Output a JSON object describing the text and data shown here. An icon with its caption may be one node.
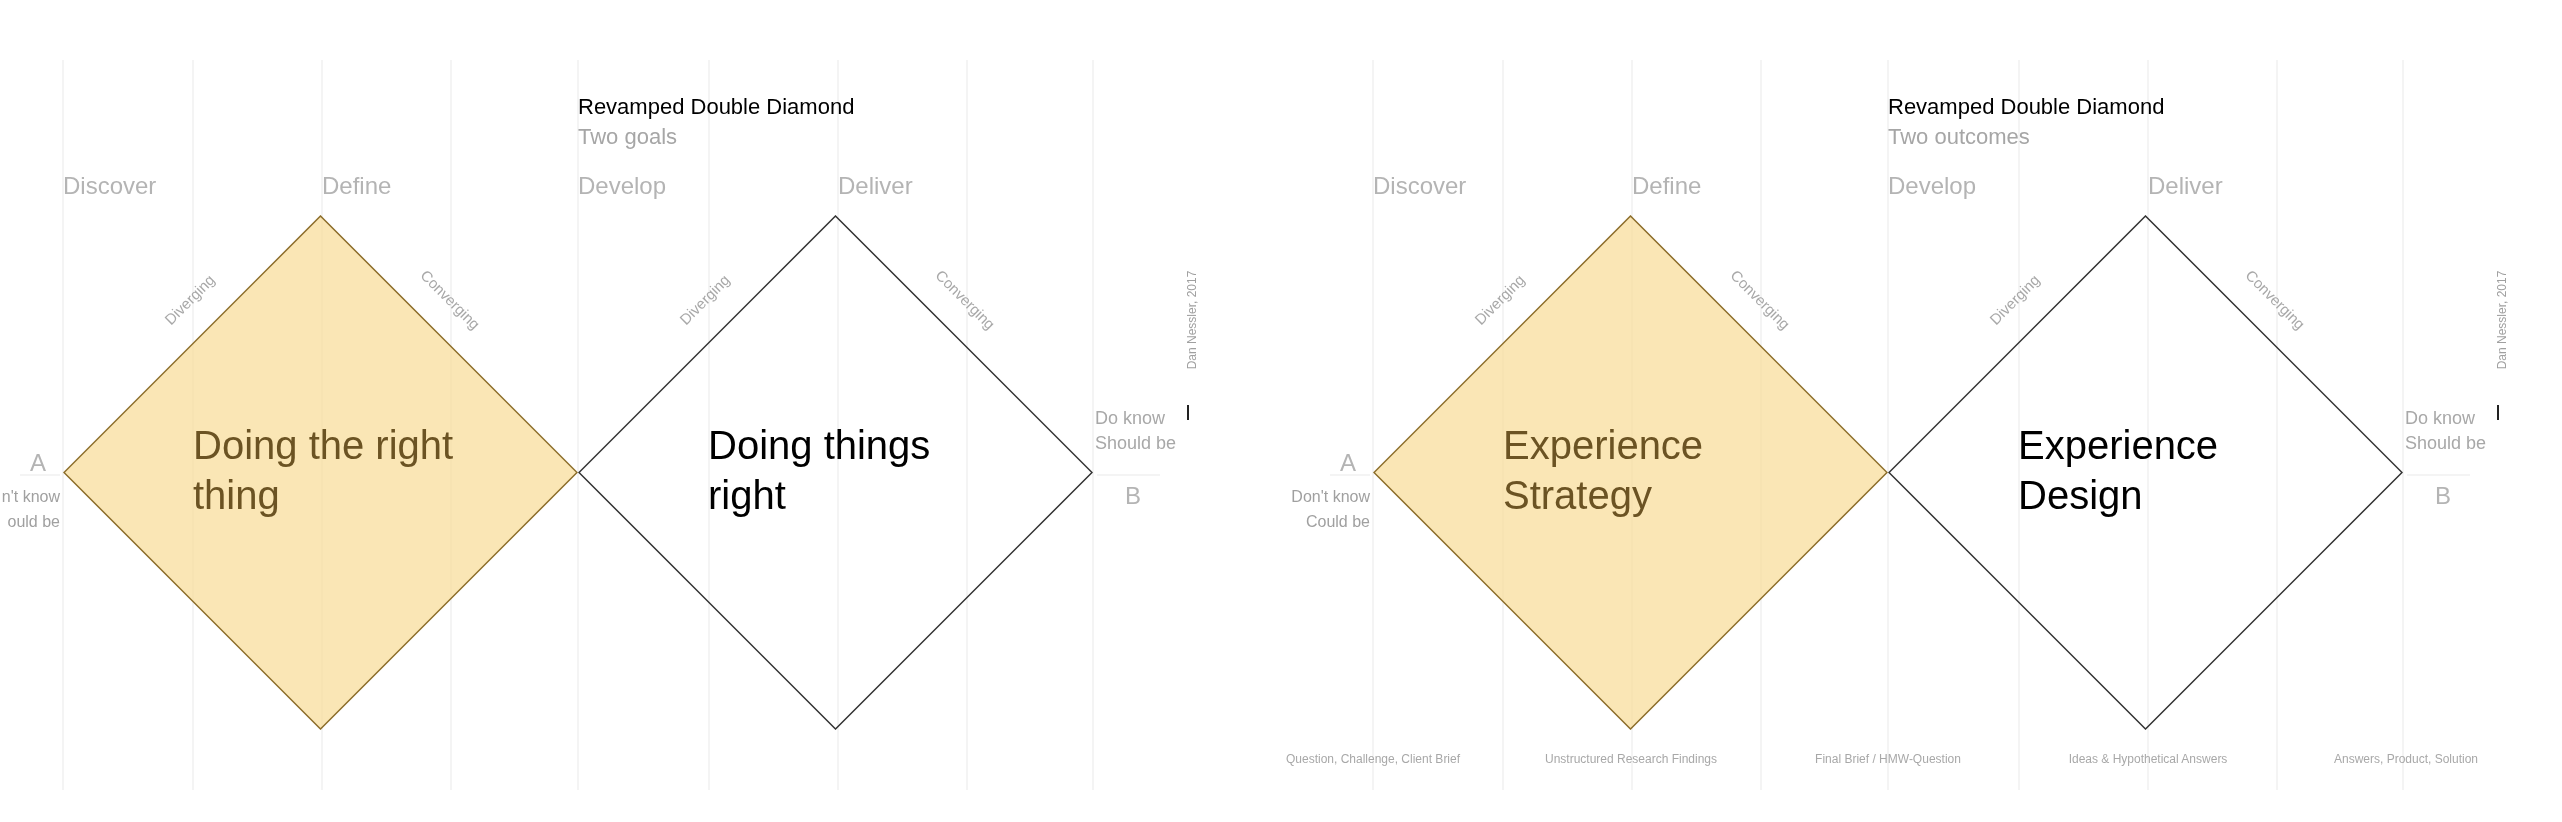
{
  "diagram": {
    "nodes": [
      {
        "text": [
          "Doing the right thing"
        ]
      },
      {
        "text": [
          "Doing things right"
        ]
      },
      {
        "text": [
          "Experience Strategy"
        ]
      },
      {
        "text": [
          "Experience Design"
        ]
      }
    ],
    "labels": [
      "Revamped Double Diamond",
      "Two goals",
      "Revamped Double Diamond",
      "Two outcomes",
      "Discover",
      "Define",
      "Develop",
      "Deliver",
      "Discover",
      "Define",
      "Develop",
      "Deliver",
      "Diverging",
      "Converging",
      "Diverging",
      "Converging",
      "Diverging",
      "Converging",
      "Diverging",
      "Converging",
      "Dan Nessler, 2017",
      "Dan Nessler, 2017",
      "Do know",
      "Should be",
      "Do know",
      "Should be",
      "A",
      "n't know",
      "ould be",
      "B",
      "A",
      "Don't know",
      "Could be",
      "B",
      "Question, Challenge, Client Brief",
      "Unstructured Research Findings",
      "Final Brief / HMW-Question",
      "Ideas & Hypothetical Answers",
      "Answers, Product, Solution"
    ]
  }
}
